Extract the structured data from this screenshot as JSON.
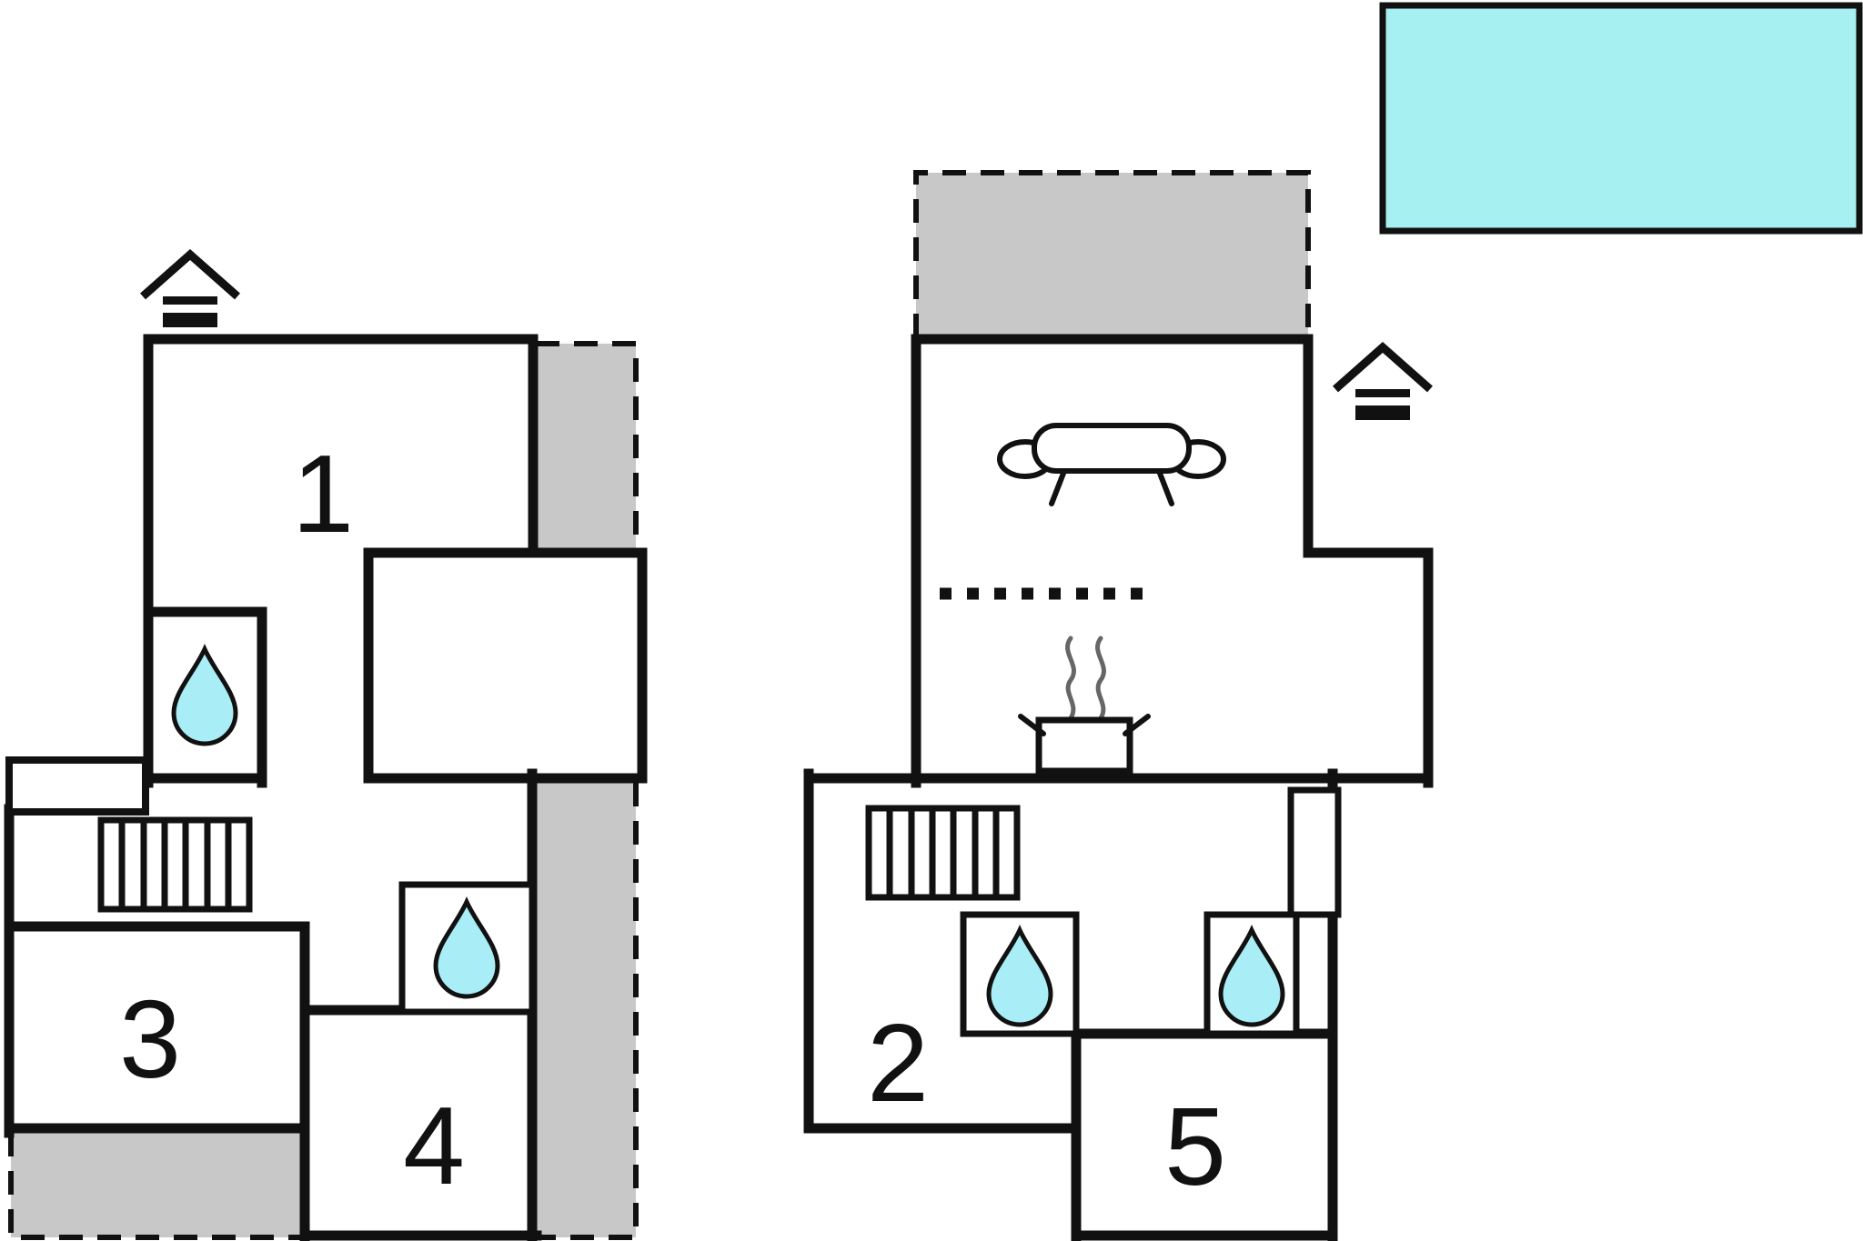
{
  "room_labels": {
    "r1": "1",
    "r2": "2",
    "r3": "3",
    "r4": "4",
    "r5": "5"
  },
  "colors": {
    "wall": "#111111",
    "pool": "#a7f0f2",
    "terrace_gray": "#c8c8c8",
    "water_drop": "#a9edf6",
    "background": "#ffffff"
  },
  "icons": {
    "entrance": "house-entrance-icon",
    "bathroom": "water-drop-icon",
    "stairs": "striped-stairs-icon",
    "living": "sofa-icon",
    "kitchen": "pot-with-steam-icon"
  },
  "areas": {
    "pool": "swimming-pool",
    "terrace": "gray-dashed-terrace"
  }
}
